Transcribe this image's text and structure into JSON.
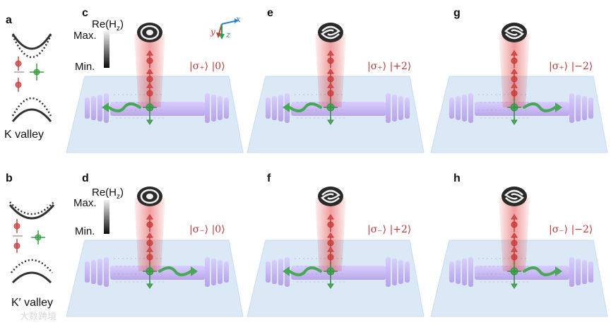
{
  "panels": {
    "a": {
      "label": "a",
      "valley": "K valley"
    },
    "b": {
      "label": "b",
      "valley": "K′ valley"
    },
    "c": {
      "label": "c",
      "state": "|σ₊⟩ |0⟩",
      "vortex_charge": 0,
      "emission": "left"
    },
    "d": {
      "label": "d",
      "state": "|σ₋⟩ |0⟩",
      "vortex_charge": 0,
      "emission": "right"
    },
    "e": {
      "label": "e",
      "state": "|σ₊⟩ |+2⟩",
      "vortex_charge": 2,
      "emission": "left"
    },
    "f": {
      "label": "f",
      "state": "|σ₋⟩ |+2⟩",
      "vortex_charge": 2,
      "emission": "left"
    },
    "g": {
      "label": "g",
      "state": "|σ₊⟩ |−2⟩",
      "vortex_charge": -2,
      "emission": "right"
    },
    "h": {
      "label": "h",
      "state": "|σ₋⟩ |−2⟩",
      "vortex_charge": -2,
      "emission": "right"
    }
  },
  "colorbar": {
    "title": "Re(H",
    "title_sub": "z",
    "title_end": ")",
    "max_label": "Max.",
    "min_label": "Min."
  },
  "axes": {
    "x": "x",
    "y": "y",
    "z": "z"
  },
  "watermark": "大数跨境",
  "colors": {
    "beam": "#e34d4d",
    "waveguide": "#b39ae8",
    "substrate": "#dbe9f7",
    "emitter": "#49a857",
    "ket": "#b03a3a"
  }
}
